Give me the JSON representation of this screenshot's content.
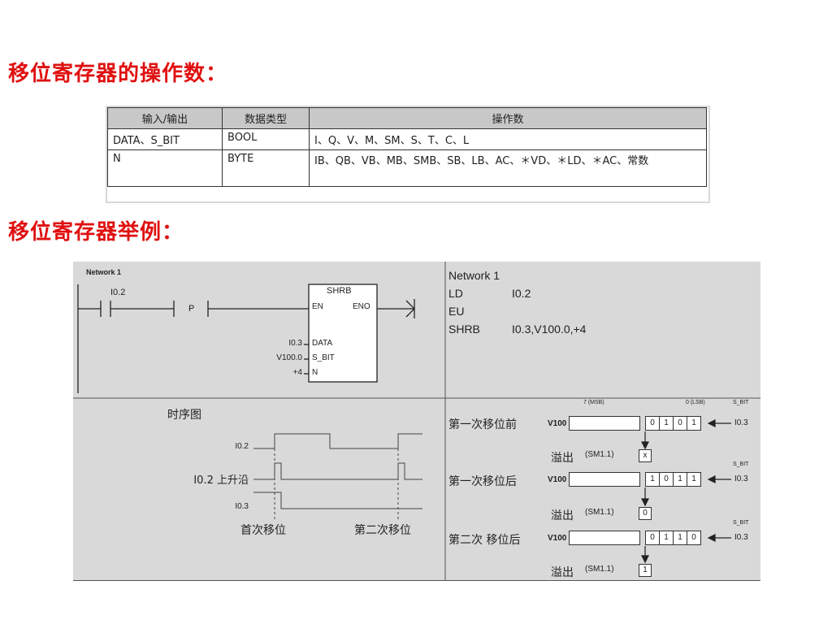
{
  "headings": {
    "operands": "移位寄存器的操作数：",
    "example": "移位寄存器举例："
  },
  "operand_table": {
    "headers": [
      "输入/输出",
      "数据类型",
      "操作数"
    ],
    "rows": [
      [
        "DATA、S_BIT",
        "BOOL",
        "I、Q、V、M、SM、S、T、C、L"
      ],
      [
        "N",
        "BYTE",
        "IB、QB、VB、MB、SMB、SB、LB、AC、＊VD、＊LD、＊AC、常数"
      ]
    ]
  },
  "ladder": {
    "network_label": "Network 1",
    "contact_address": "I0.2",
    "p_contact": "P",
    "box_title": "SHRB",
    "en": "EN",
    "eno": "ENO",
    "pins": [
      {
        "operand": "I0.3",
        "pin": "DATA"
      },
      {
        "operand": "V100.0",
        "pin": "S_BIT"
      },
      {
        "operand": "+4",
        "pin": "N"
      }
    ]
  },
  "stl": {
    "title": "Network 1",
    "lines": [
      {
        "op": "LD",
        "arg": "I0.2"
      },
      {
        "op": "EU",
        "arg": ""
      },
      {
        "op": "SHRB",
        "arg": "I0.3,V100.0,+4"
      }
    ]
  },
  "timing": {
    "title": "时序图",
    "signals": [
      "I0.2",
      "I0.2 上升沿",
      "I0.3"
    ],
    "first_shift": "首次移位",
    "second_shift": "第二次移位"
  },
  "shift_example": {
    "msb_label": "7 (MSB)",
    "lsb_label": "0 (LSB)",
    "sbit_label": "S_BIT",
    "input": "I0.3",
    "register": "V100",
    "overflow_label": "溢出",
    "overflow_bit": "(SM1.1)",
    "stages": [
      {
        "label": "第一次移位前",
        "bits": [
          "0",
          "1",
          "0",
          "1"
        ],
        "overflow": "x"
      },
      {
        "label": "第一次移位后",
        "bits": [
          "1",
          "0",
          "1",
          "1"
        ],
        "overflow": "0"
      },
      {
        "label": "第二次 移位后",
        "bits": [
          "0",
          "1",
          "1",
          "0"
        ],
        "overflow": "1"
      }
    ]
  }
}
